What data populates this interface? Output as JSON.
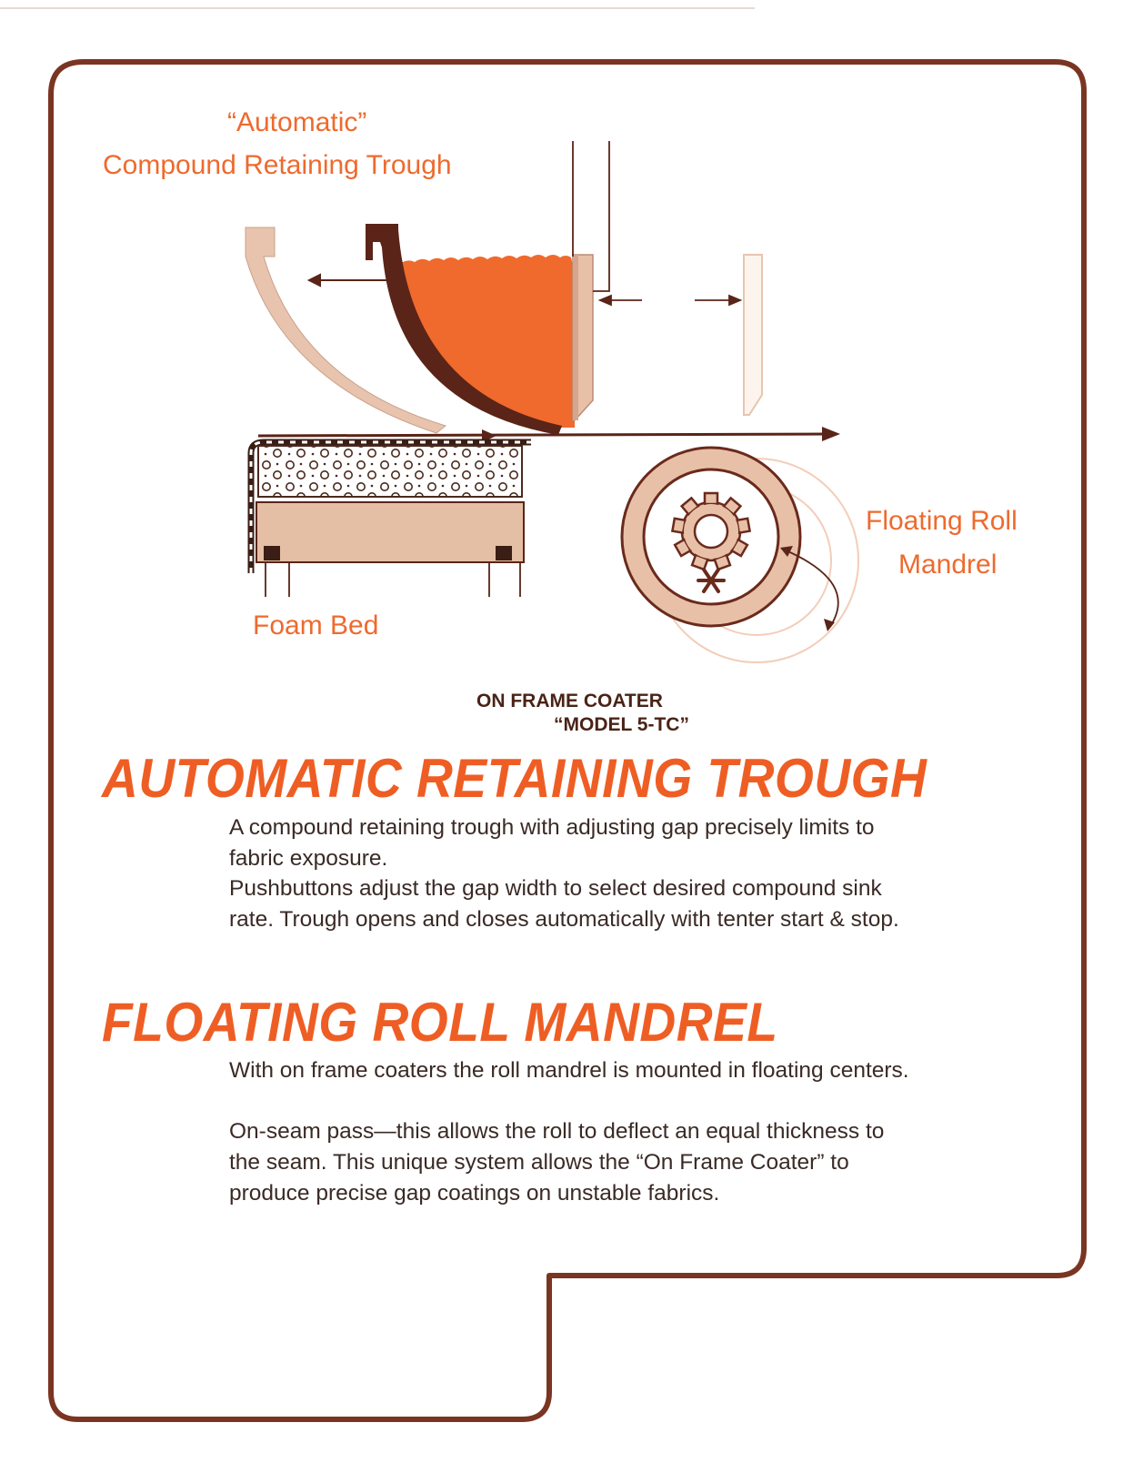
{
  "diagram": {
    "trough_label_line1": "“Automatic”",
    "trough_label_line2": "Compound Retaining Trough",
    "roll_label_line1": "Floating Roll",
    "roll_label_line2": "Mandrel",
    "foam_label": "Foam Bed",
    "caption_line1": "ON FRAME COATER",
    "caption_line2": "“MODEL 5-TC”"
  },
  "sections": [
    {
      "heading": "AUTOMATIC RETAINING TROUGH",
      "paragraphs": [
        [
          "A compound retaining trough with adjusting gap precisely limits  to",
          "fabric exposure."
        ],
        [
          "Pushbuttons adjust the gap width to select desired compound sink",
          "rate. Trough opens and closes automatically with tenter start & stop."
        ]
      ]
    },
    {
      "heading": "FLOATING ROLL MANDREL",
      "paragraphs": [
        [
          "With on frame coaters the roll mandrel is mounted in floating centers."
        ],
        [
          "On-seam pass—this allows the roll to deflect an equal thickness to",
          "the seam. This unique system allows the “On Frame Coater” to",
          "produce precise gap coatings on unstable fabrics."
        ]
      ]
    }
  ],
  "colors": {
    "frame": "#7a3522",
    "accent_orange": "#ee5e24",
    "trough_fill": "#ef6a2c",
    "trough_wall": "#5a2418",
    "tan": "#e8c0a8",
    "foam_base": "#e5bfa5"
  }
}
